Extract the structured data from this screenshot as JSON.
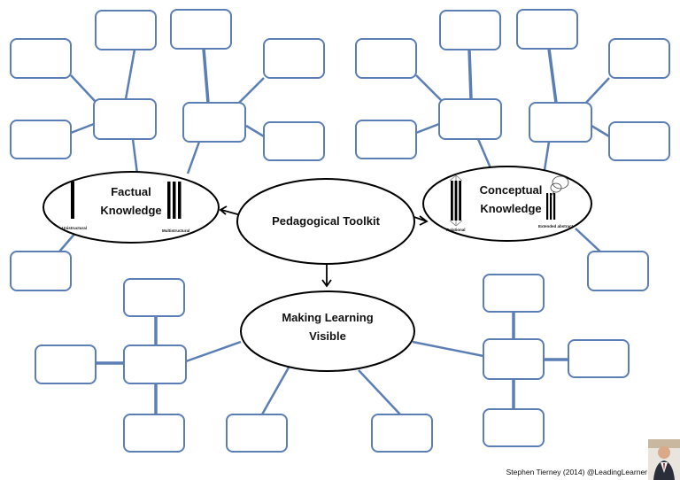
{
  "diagram": {
    "center": {
      "label": "Pedagogical Toolkit"
    },
    "factual": {
      "line1": "Factual",
      "line2": "Knowledge",
      "left_caption": "Unistructural",
      "right_caption": "Multistructural"
    },
    "conceptual": {
      "line1": "Conceptual",
      "line2": "Knowledge",
      "left_caption": "Relational",
      "right_caption": "Extended abstract"
    },
    "visible": {
      "line1": "Making Learning",
      "line2": "Visible"
    }
  },
  "credit": {
    "text": "Stephen Tierney (2014) @LeadingLearner"
  },
  "colors": {
    "box_stroke": "#5b7fb5",
    "ellipse_stroke": "#000000"
  }
}
